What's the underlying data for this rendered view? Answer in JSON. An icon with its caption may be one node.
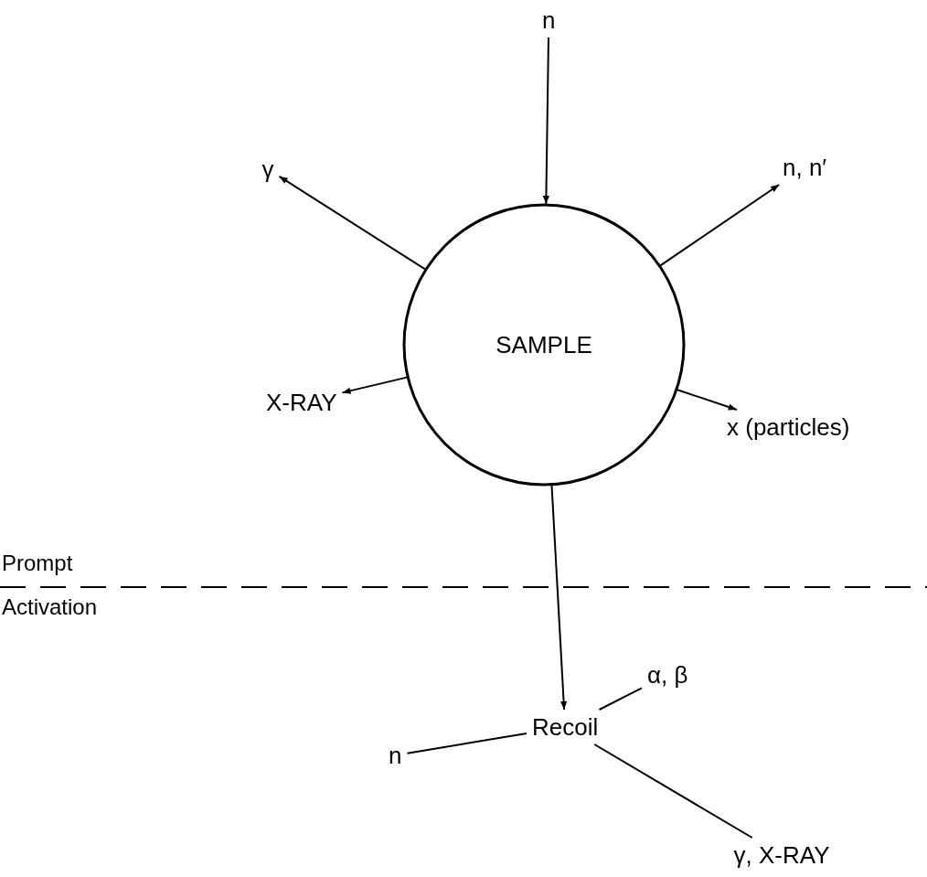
{
  "diagram": {
    "nodes": [
      {
        "text": [
          "n"
        ]
      },
      {
        "text": [
          "SAMPLE"
        ]
      },
      {
        "text": [
          "γ"
        ]
      },
      {
        "text": [
          "n, n′"
        ]
      },
      {
        "text": [
          "X-RAY"
        ]
      },
      {
        "text": [
          "x (particles)"
        ]
      },
      {
        "text": [
          "Recoil"
        ]
      },
      {
        "text": [
          "α, β"
        ]
      },
      {
        "text": [
          "n"
        ]
      },
      {
        "text": [
          "γ, X-RAY"
        ]
      }
    ],
    "edges": [
      {
        "from": 0,
        "to": 1,
        "arrow": "to"
      },
      {
        "from": 1,
        "to": 2,
        "arrow": "to"
      },
      {
        "from": 1,
        "to": 3,
        "arrow": "to"
      },
      {
        "from": 1,
        "to": 4,
        "arrow": "to"
      },
      {
        "from": 1,
        "to": 5,
        "arrow": "to"
      },
      {
        "from": 1,
        "to": 6,
        "arrow": "to"
      },
      {
        "from": 6,
        "to": 7,
        "arrow": "none"
      },
      {
        "from": 6,
        "to": 8,
        "arrow": "none"
      },
      {
        "from": 6,
        "to": 9,
        "arrow": "none"
      }
    ],
    "labels": [
      "Prompt",
      "Activation"
    ]
  }
}
